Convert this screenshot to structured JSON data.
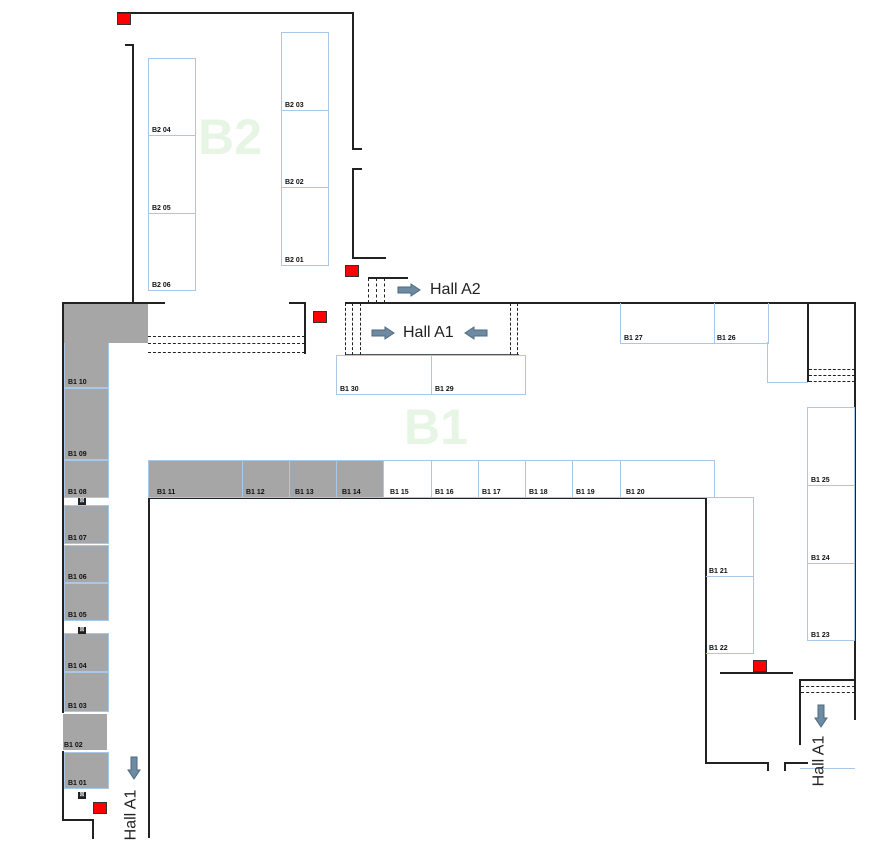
{
  "zones": {
    "b1": "B1",
    "b2": "B2"
  },
  "halls": {
    "a2": "Hall A2",
    "a1_center": "Hall A1",
    "a1_left": "Hall A1",
    "a1_right": "Hall A1"
  },
  "booths": {
    "b2_01": "B2 01",
    "b2_02": "B2 02",
    "b2_03": "B2 03",
    "b2_04": "B2 04",
    "b2_05": "B2 05",
    "b2_06": "B2 06",
    "b1_01": "B1 01",
    "b1_02": "B1 02",
    "b1_03": "B1 03",
    "b1_04": "B1 04",
    "b1_05": "B1 05",
    "b1_06": "B1 06",
    "b1_07": "B1 07",
    "b1_08": "B1 08",
    "b1_09": "B1 09",
    "b1_10": "B1 10",
    "b1_11": "B1 11",
    "b1_12": "B1 12",
    "b1_13": "B1 13",
    "b1_14": "B1 14",
    "b1_15": "B1 15",
    "b1_16": "B1 16",
    "b1_17": "B1 17",
    "b1_18": "B1 18",
    "b1_19": "B1 19",
    "b1_20": "B1 20",
    "b1_21": "B1 21",
    "b1_22": "B1 22",
    "b1_23": "B1 23",
    "b1_24": "B1 24",
    "b1_25": "B1 25",
    "b1_26": "B1 26",
    "b1_27": "B1 27",
    "b1_29": "B1 29",
    "b1_30": "B1 30"
  },
  "colors": {
    "wall": "#222222",
    "booth_border": "#a9c8e8",
    "occupied": "#a6a6a6",
    "exit": "#ff0000",
    "arrow": "#6d8ba3"
  }
}
